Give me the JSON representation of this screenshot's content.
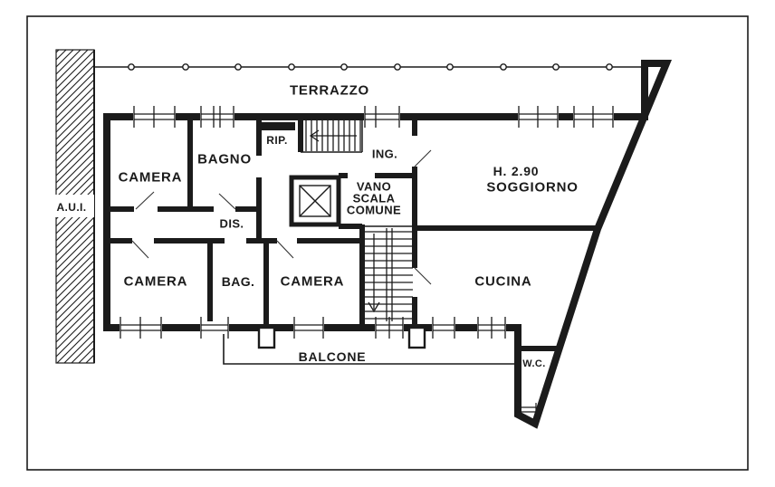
{
  "drawing": {
    "kind": "apartment floor plan (scanned blueprint)",
    "ink_color": "#1b1b1b",
    "paper_color": "#ffffff"
  },
  "labels": {
    "terrazzo": "TERRAZZO",
    "aui": "A.U.I.",
    "camera_top_left": "CAMERA",
    "bagno": "BAGNO",
    "rip": "RIP.",
    "ing": "ING.",
    "vano_line1": "VANO",
    "vano_line2": "SCALA",
    "vano_line3": "COMUNE",
    "dis": "DIS.",
    "height_note": "H. 2.90",
    "soggiorno": "SOGGIORNO",
    "camera_bottom_left": "CAMERA",
    "bag": "BAG.",
    "camera_bottom_middle": "CAMERA",
    "cucina": "CUCINA",
    "balcone": "BALCONE",
    "wc": "W.C."
  }
}
